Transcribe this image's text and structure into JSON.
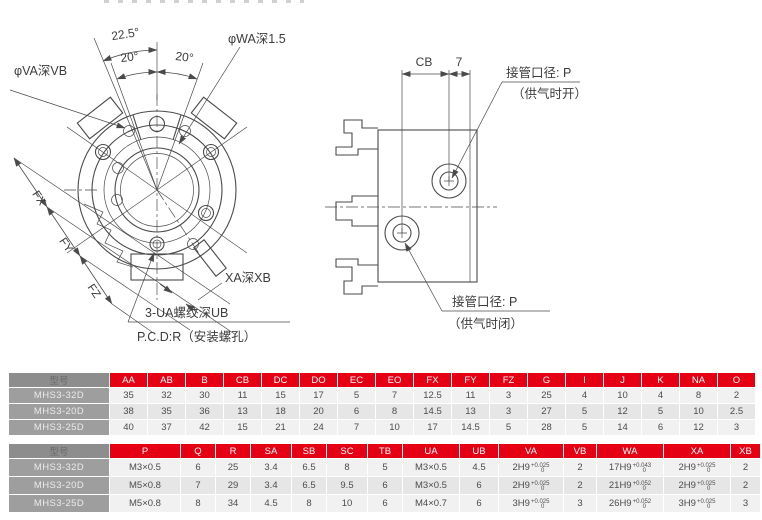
{
  "colors": {
    "table_header_red": "#e60013",
    "model_header_gray": "#8d8d8d",
    "model_column_gray": "#9e9e9e",
    "row_light": "#f1f1f1",
    "row_shaded": "#e6e6e6",
    "drawing_line": "#4a4a4a"
  },
  "drawing_front": {
    "angle_225": "22.5°",
    "angle_20_left": "20°",
    "angle_20_right": "20°",
    "wa_label": "φWA深1.5",
    "va_label": "φVA深VB",
    "fx": "FX",
    "fy": "FY",
    "fz": "FZ",
    "xa_label": "XA深XB",
    "ua_label": "3-UA螺纹深UB",
    "pcd_label": "P.C.D:R（安装螺孔）"
  },
  "drawing_side": {
    "cb": "CB",
    "seven": "7",
    "port_open_title": "接管口径: P",
    "port_open_sub": "（供气时开）",
    "port_close_title": "接管口径: P",
    "port_close_sub": "（供气时闭）"
  },
  "table1": {
    "model_header": "型号",
    "columns": [
      "AA",
      "AB",
      "B",
      "CB",
      "DC",
      "DO",
      "EC",
      "EO",
      "FX",
      "FY",
      "FZ",
      "G",
      "I",
      "J",
      "K",
      "NA",
      "O"
    ],
    "rows": [
      {
        "model": "MHS3-32D",
        "values": [
          35,
          32,
          30,
          11,
          15,
          17,
          5,
          7,
          12.5,
          11,
          3,
          25,
          4,
          10,
          4,
          8,
          2
        ]
      },
      {
        "model": "MHS3-20D",
        "values": [
          38,
          35,
          36,
          13,
          18,
          20,
          6,
          8,
          14.5,
          13,
          3,
          27,
          5,
          12,
          5,
          10,
          2.5
        ]
      },
      {
        "model": "MHS3-25D",
        "values": [
          40,
          37,
          42,
          15,
          21,
          24,
          7,
          10,
          17,
          14.5,
          5,
          28,
          5,
          14,
          6,
          12,
          3
        ]
      }
    ]
  },
  "table2": {
    "model_header": "型号",
    "columns": [
      "P",
      "Q",
      "R",
      "SA",
      "SB",
      "SC",
      "TB",
      "UA",
      "UB",
      "VA",
      "VB",
      "WA",
      "XA",
      "XB"
    ],
    "rows": [
      {
        "model": "MHS3-32D",
        "values": [
          "M3×0.5",
          6,
          25,
          3.4,
          6.5,
          8,
          5,
          "M3×0.5",
          4.5,
          {
            "b": "2H9",
            "sup": "+0.025",
            "sub": "0"
          },
          2,
          {
            "b": "17H9",
            "sup": "+0.043",
            "sub": "0"
          },
          {
            "b": "2H9",
            "sup": "+0.025",
            "sub": "0"
          },
          2
        ]
      },
      {
        "model": "MHS3-20D",
        "values": [
          "M5×0.8",
          7,
          29,
          3.4,
          6.5,
          9.5,
          6,
          "M3×0.5",
          6,
          {
            "b": "2H9",
            "sup": "+0.025",
            "sub": "0"
          },
          2,
          {
            "b": "21H9",
            "sup": "+0.052",
            "sub": "0"
          },
          {
            "b": "2H9",
            "sup": "+0.025",
            "sub": "0"
          },
          2
        ]
      },
      {
        "model": "MHS3-25D",
        "values": [
          "M5×0.8",
          8,
          34,
          4.5,
          8,
          10,
          6,
          "M4×0.7",
          6,
          {
            "b": "3H9",
            "sup": "+0.025",
            "sub": "0"
          },
          3,
          {
            "b": "26H9",
            "sup": "+0.052",
            "sub": "0"
          },
          {
            "b": "3H9",
            "sup": "+0.025",
            "sub": "0"
          },
          3
        ]
      }
    ]
  }
}
